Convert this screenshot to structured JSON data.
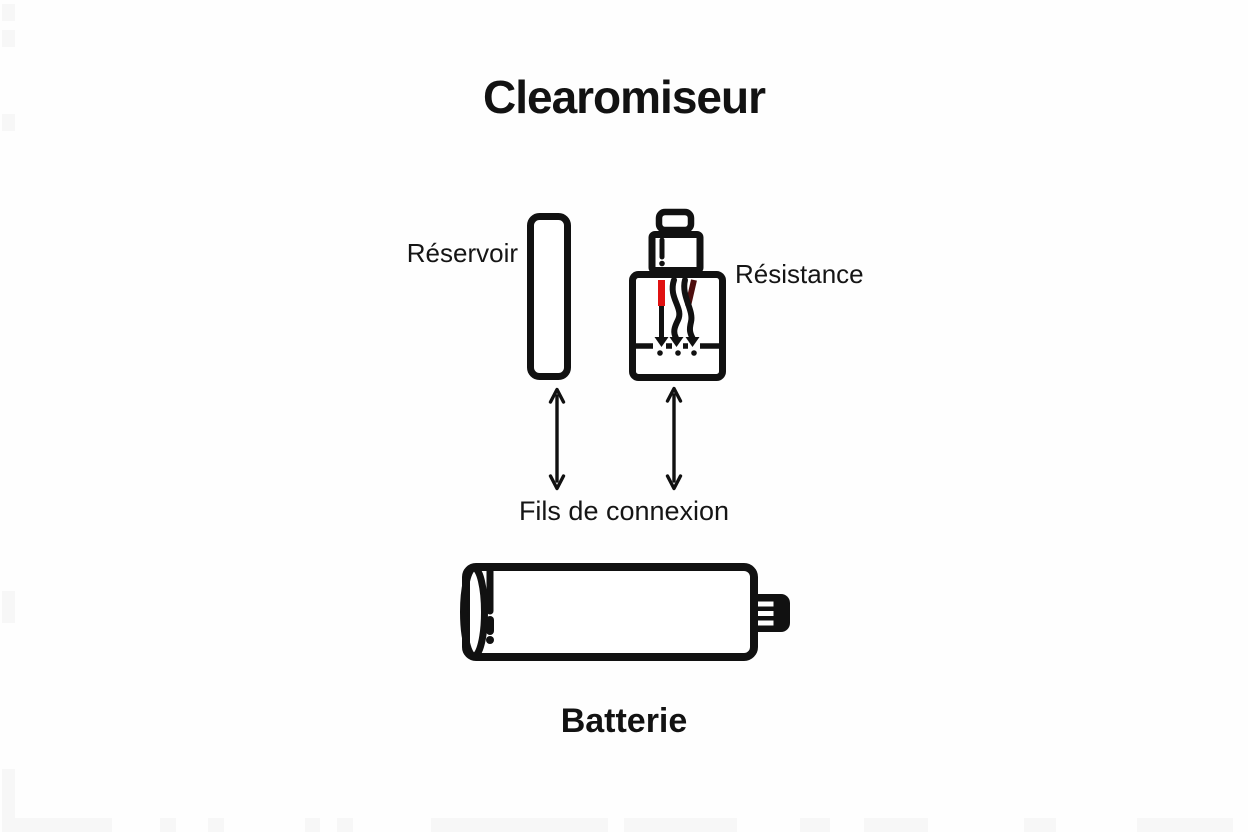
{
  "title": {
    "text": "Clearomiseur"
  },
  "diagram": {
    "reservoir_label": "Réservoir",
    "resistance_label": "Résistance",
    "connection_label": "Fils de connexion",
    "battery_label": "Batterie"
  },
  "colors": {
    "ink": "#111111",
    "wire_red": "#e01111",
    "wire_dark_red": "#4e0e0e",
    "edge_mark": "#f7f7f7",
    "background": "#fefefe"
  }
}
